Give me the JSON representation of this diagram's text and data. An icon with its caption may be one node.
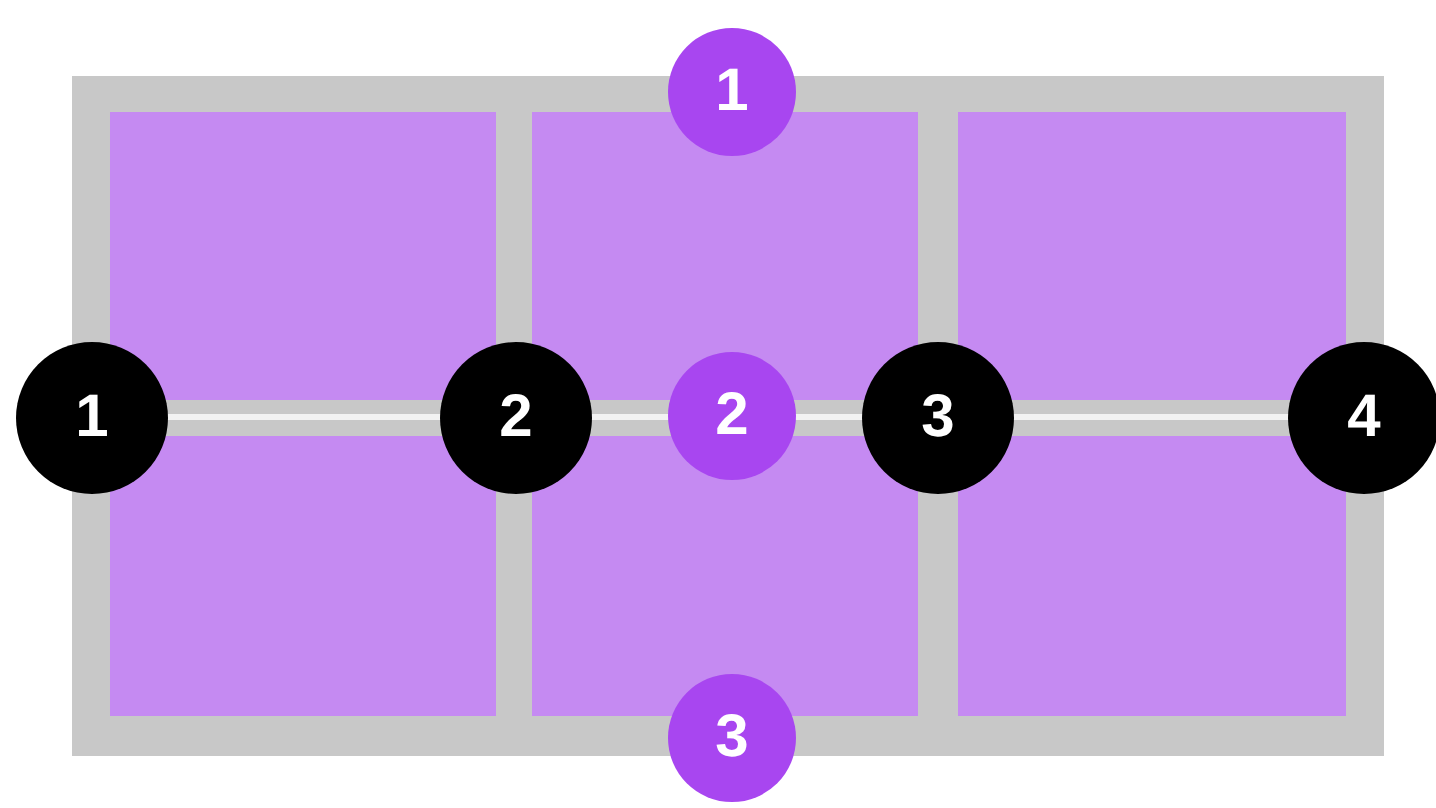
{
  "diagram": {
    "nodes": [
      {
        "text": [
          "1"
        ]
      },
      {
        "text": [
          "1"
        ]
      },
      {
        "text": [
          "2"
        ]
      },
      {
        "text": [
          "2"
        ]
      },
      {
        "text": [
          "3"
        ]
      },
      {
        "text": [
          "4"
        ]
      },
      {
        "text": [
          "3"
        ]
      }
    ]
  }
}
